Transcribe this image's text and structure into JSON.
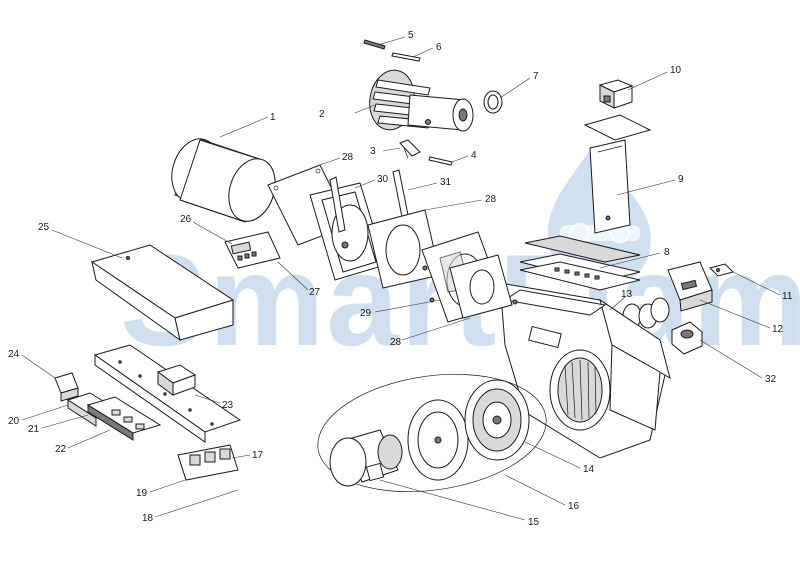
{
  "watermark": {
    "text": "SmartFlam",
    "color": "#a9c6e0"
  },
  "callouts": [
    "1",
    "2",
    "3",
    "4",
    "5",
    "6",
    "7",
    "8",
    "9",
    "10",
    "11",
    "12",
    "13",
    "14",
    "15",
    "16",
    "17",
    "18",
    "19",
    "20",
    "21",
    "22",
    "23",
    "24",
    "25",
    "26",
    "27",
    "28",
    "28",
    "28",
    "29",
    "30",
    "31",
    "32"
  ]
}
